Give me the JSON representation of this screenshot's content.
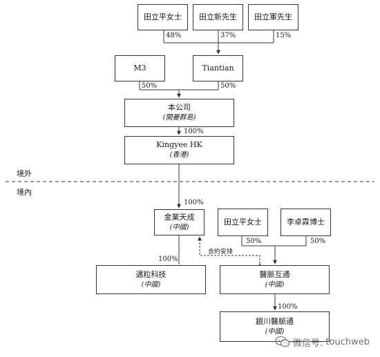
{
  "people_top": {
    "p1": "田立平女士",
    "p2": "田立新先生",
    "p3": "田立軍先生"
  },
  "top_pcts": {
    "p1": "48%",
    "p2": "37%",
    "p3": "15%"
  },
  "m3": "M3",
  "tiantian": "Tiantian",
  "mid_pcts": {
    "m3": "50%",
    "tiantian": "50%"
  },
  "company": {
    "name": "本公司",
    "jurisdiction": "(開曼群島)"
  },
  "company_to_hk_pct": "100%",
  "kingyee_hk": {
    "name": "Kingyee HK",
    "jurisdiction": "(香港)"
  },
  "regions": {
    "offshore": "境外",
    "onshore": "境內"
  },
  "hk_to_jinye_pct": "100%",
  "jinye": {
    "name": "金業天成",
    "jurisdiction": "(中國)"
  },
  "right_people": {
    "p1": "田立平女士",
    "p2": "李卓霖博士"
  },
  "right_pcts": {
    "p1": "50%",
    "p2": "50%"
  },
  "contract_note": "合約安排",
  "jinye_to_maili_pct": "100%",
  "maili": {
    "name": "邁粒科技",
    "jurisdiction": "(中國)"
  },
  "yimai": {
    "name": "醫脈互通",
    "jurisdiction": "(中國)"
  },
  "yimai_to_yinchuan_pct": "100%",
  "yinchuan": {
    "name": "銀川醫脈通",
    "jurisdiction": "(中國)"
  },
  "watermark": {
    "prefix": "微信号:",
    "handle": "touchweb"
  },
  "colors": {
    "line": "#333333",
    "text": "#1a1a1a",
    "watermark": "#6e6e6e"
  }
}
